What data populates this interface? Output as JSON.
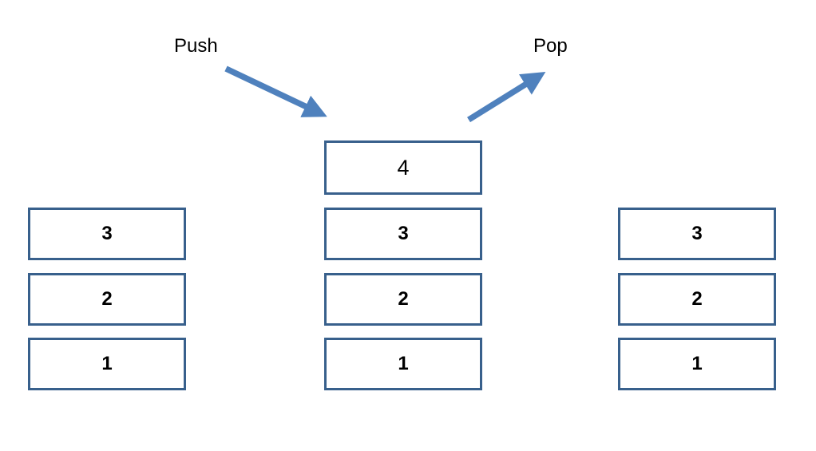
{
  "labels": {
    "push": "Push",
    "pop": "Pop"
  },
  "colors": {
    "arrow": "#4f81bd",
    "box_border": "#38608c",
    "text": "#000000"
  },
  "stacks": {
    "left": {
      "items": [
        "3",
        "2",
        "1"
      ]
    },
    "middle": {
      "new_item": "4",
      "items": [
        "3",
        "2",
        "1"
      ]
    },
    "right": {
      "items": [
        "3",
        "2",
        "1"
      ]
    }
  }
}
